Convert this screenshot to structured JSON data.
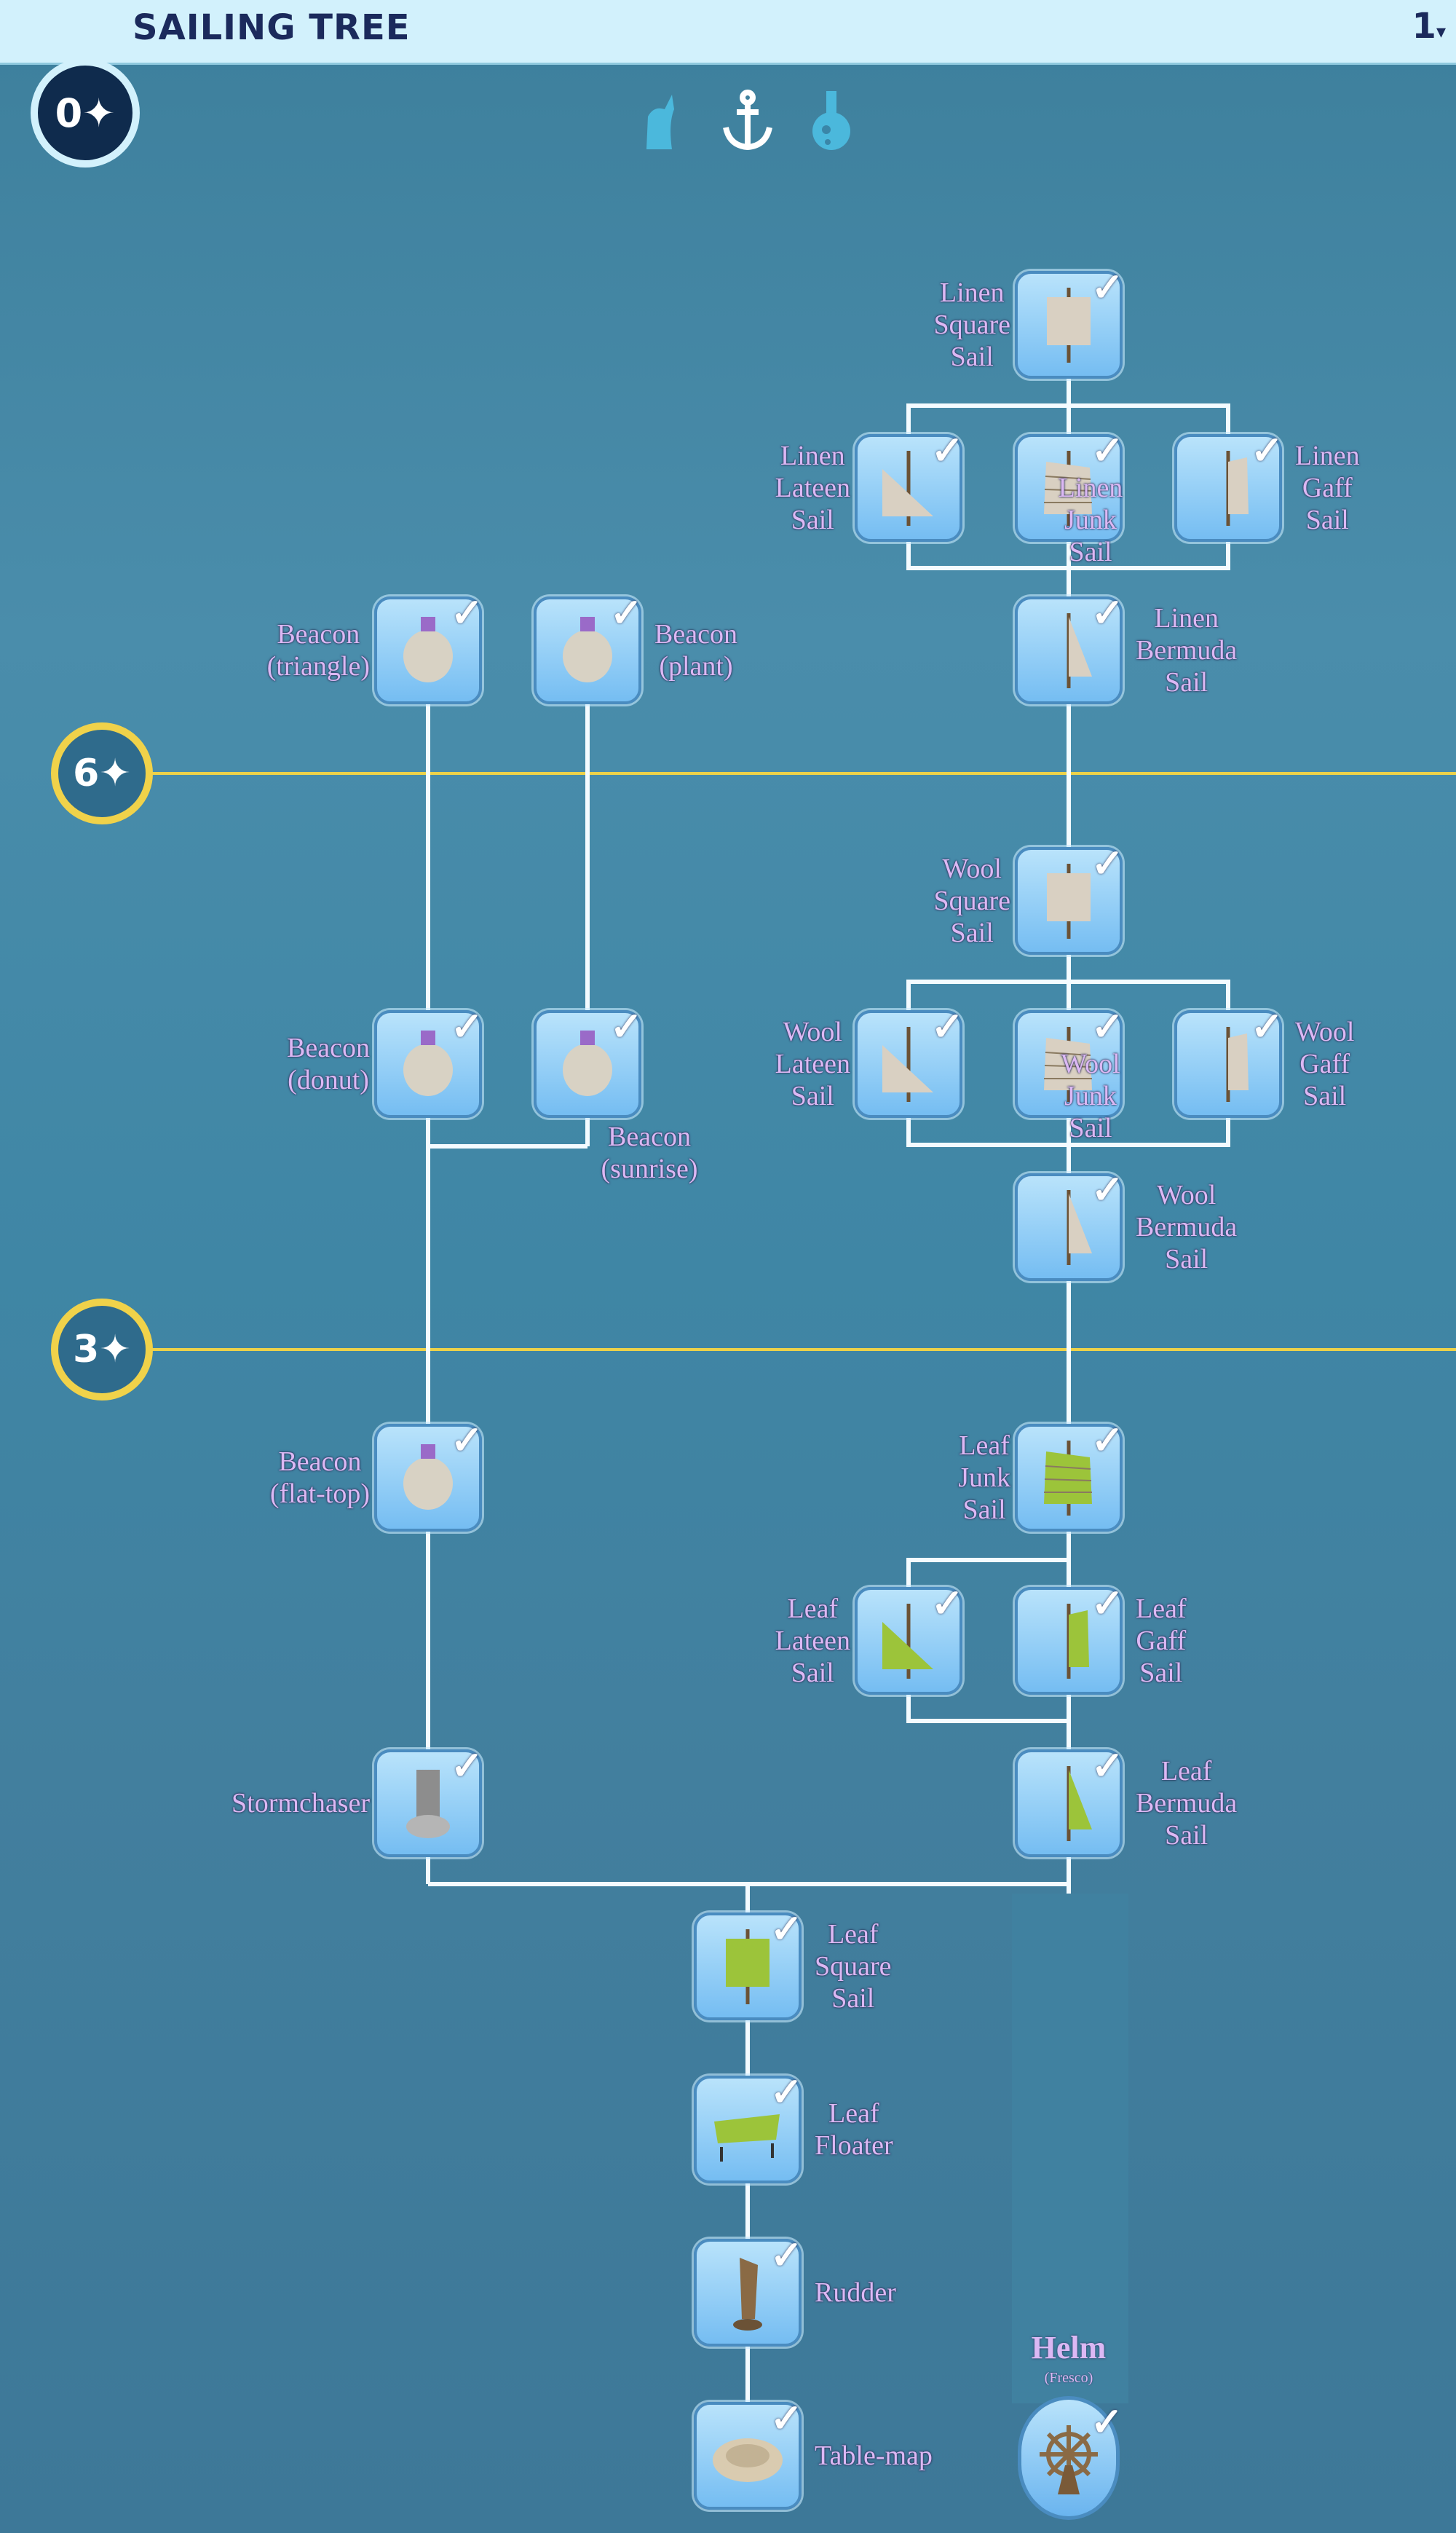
{
  "header": {
    "title": "SAILING TREE",
    "page": "1"
  },
  "points_badge": "0✦",
  "category_icons": [
    "figurehead-icon",
    "anchor-icon",
    "potion-icon"
  ],
  "levels": [
    {
      "label": "6✦"
    },
    {
      "label": "3✦"
    }
  ],
  "colors": {
    "header_bg": "#d2f1fc",
    "title": "#1b2a5c",
    "label": "#dcb8f4",
    "level_line": "#ecd24a",
    "connector": "#ffffff"
  },
  "nodes": [
    {
      "id": "linen-square-sail",
      "label": "Linen\nSquare\nSail",
      "unlocked": true
    },
    {
      "id": "linen-lateen-sail",
      "label": "Linen\nLateen\nSail",
      "unlocked": true
    },
    {
      "id": "linen-junk-sail",
      "label": "Linen\nJunk\nSail",
      "unlocked": true
    },
    {
      "id": "linen-gaff-sail",
      "label": "Linen\nGaff\nSail",
      "unlocked": true
    },
    {
      "id": "linen-bermuda-sail",
      "label": "Linen\nBermuda\nSail",
      "unlocked": true
    },
    {
      "id": "beacon-triangle",
      "label": "Beacon\n(triangle)",
      "unlocked": true
    },
    {
      "id": "beacon-plant",
      "label": "Beacon\n(plant)",
      "unlocked": true
    },
    {
      "id": "wool-square-sail",
      "label": "Wool\nSquare\nSail",
      "unlocked": true
    },
    {
      "id": "wool-lateen-sail",
      "label": "Wool\nLateen\nSail",
      "unlocked": true
    },
    {
      "id": "wool-junk-sail",
      "label": "Wool\nJunk\nSail",
      "unlocked": true
    },
    {
      "id": "wool-gaff-sail",
      "label": "Wool\nGaff\nSail",
      "unlocked": true
    },
    {
      "id": "wool-bermuda-sail",
      "label": "Wool\nBermuda\nSail",
      "unlocked": true
    },
    {
      "id": "beacon-donut",
      "label": "Beacon\n(donut)",
      "unlocked": true
    },
    {
      "id": "beacon-sunrise",
      "label": "Beacon\n(sunrise)",
      "unlocked": true
    },
    {
      "id": "beacon-flat-top",
      "label": "Beacon\n(flat-top)",
      "unlocked": true
    },
    {
      "id": "leaf-junk-sail",
      "label": "Leaf\nJunk\nSail",
      "unlocked": true
    },
    {
      "id": "leaf-lateen-sail",
      "label": "Leaf\nLateen\nSail",
      "unlocked": true
    },
    {
      "id": "leaf-gaff-sail",
      "label": "Leaf\nGaff\nSail",
      "unlocked": true
    },
    {
      "id": "stormchaser",
      "label": "Stormchaser",
      "unlocked": true
    },
    {
      "id": "leaf-bermuda-sail",
      "label": "Leaf\nBermuda\nSail",
      "unlocked": true
    },
    {
      "id": "leaf-square-sail",
      "label": "Leaf\nSquare\nSail",
      "unlocked": true
    },
    {
      "id": "leaf-floater",
      "label": "Leaf\nFloater",
      "unlocked": true
    },
    {
      "id": "rudder",
      "label": "Rudder",
      "unlocked": true
    },
    {
      "id": "table-map",
      "label": "Table-map",
      "unlocked": true
    }
  ],
  "helm": {
    "title": "Helm",
    "subtitle": "(Fresco)",
    "unlocked": true
  }
}
